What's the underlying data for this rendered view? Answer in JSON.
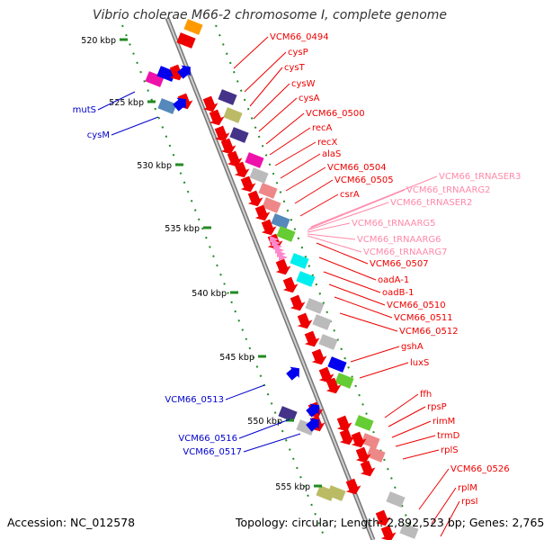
{
  "title": "Vibrio cholerae M66-2 chromosome I, complete genome",
  "footer": {
    "accession": "Accession: NC_012578",
    "summary": "Topology: circular; Length: 2,892,523 bp; Genes: 2,765"
  },
  "ticks": [
    "520 kbp",
    "525 kbp",
    "530 kbp",
    "535 kbp",
    "540 kbp",
    "545 kbp",
    "550 kbp",
    "555 kbp"
  ],
  "colors": {
    "backbone": "#999999",
    "scale_dots": "#228B22",
    "label_forward": "#ee0000",
    "label_reverse": "#0000cc",
    "label_trna": "#ff88aa",
    "gene_red": "#ee0000",
    "gene_blue": "#0000ee",
    "gene_magenta": "#ee11aa",
    "gene_cyan": "#00eeee",
    "gene_navy": "#443388",
    "gene_khaki": "#bbbb66",
    "gene_salmon": "#ee8888",
    "gene_steel": "#5588bb",
    "gene_green": "#66cc33",
    "gene_grey": "#bbbbbb",
    "gene_orange": "#ff9900"
  },
  "labels_forward": [
    "VCM66_0494",
    "cysP",
    "cysT",
    "cysW",
    "cysA",
    "VCM66_0500",
    "recA",
    "recX",
    "alaS",
    "VCM66_0504",
    "VCM66_0505",
    "csrA",
    "VCM66_0507",
    "oadA-1",
    "oadB-1",
    "VCM66_0510",
    "VCM66_0511",
    "VCM66_0512",
    "gshA",
    "luxS",
    "ffh",
    "rpsP",
    "rimM",
    "trmD",
    "rplS",
    "VCM66_0526",
    "rplM",
    "rpsI"
  ],
  "labels_trna": [
    "VCM66_tRNASER3",
    "VCM66_tRNAARG2",
    "VCM66_tRNASER2",
    "VCM66_tRNAARG5",
    "VCM66_tRNAARG6",
    "VCM66_tRNAARG7"
  ],
  "labels_reverse": [
    "mutS",
    "cysM",
    "VCM66_0513",
    "VCM66_0516",
    "VCM66_0517"
  ]
}
